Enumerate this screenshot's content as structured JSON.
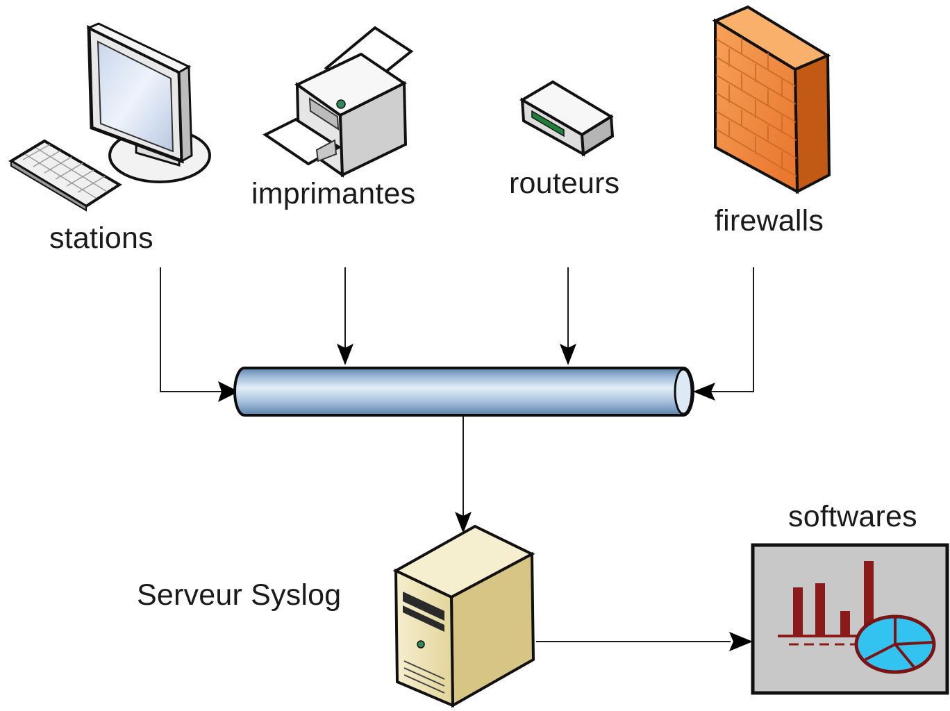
{
  "labels": {
    "stations": "stations",
    "imprimantes": "imprimantes",
    "routeurs": "routeurs",
    "firewalls": "firewalls",
    "server": "Serveur Syslog",
    "softwares": "softwares"
  },
  "icons": {
    "workstation": "workstation-icon",
    "printer": "printer-icon",
    "router": "router-icon",
    "firewall": "firewall-icon",
    "server": "server-icon",
    "software": "chart-software-icon"
  },
  "colors": {
    "pipe_light": "#dce9f5",
    "pipe_mid": "#9dbad8",
    "pipe_dark": "#5d82ab",
    "firewall": "#f28a3c",
    "firewall_dark": "#c25a16",
    "server": "#ece2b0",
    "bar": "#8b1a1a",
    "pie": "#33c3f0",
    "panel": "#c8c8c8"
  }
}
